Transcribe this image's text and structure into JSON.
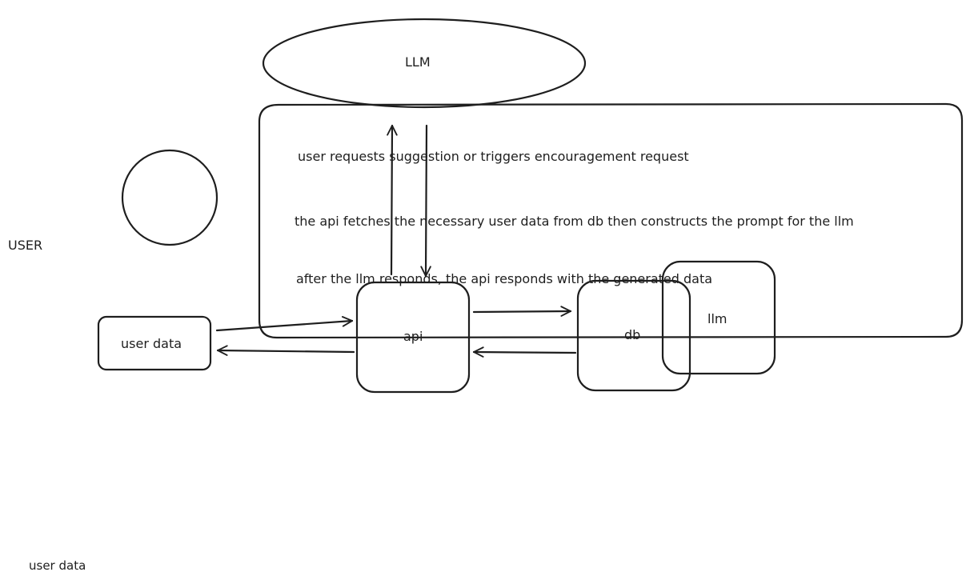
{
  "diagram": {
    "llm_top_label": "LLM",
    "user_label": "USER",
    "steps": [
      "user requests suggestion or triggers encouragement request",
      "the api fetches the necessary user data from db then constructs the prompt for the llm",
      "after the llm responds, the api responds with the generated data"
    ],
    "user_data_box_label": "user data",
    "api_label": "api",
    "db_label": "db",
    "llm_box_label": "llm",
    "footer_label": "user data"
  },
  "colors": {
    "stroke": "#1e1e1e",
    "background": "#ffffff"
  }
}
